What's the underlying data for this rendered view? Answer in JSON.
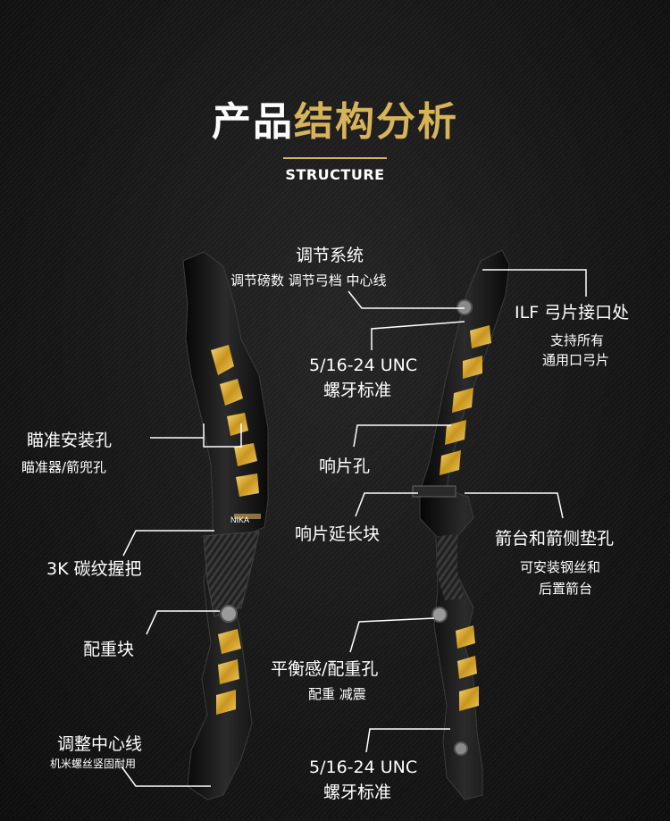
{
  "header": {
    "title_white": "产品",
    "title_gold": "结构分析",
    "subtitle": "STRUCTURE"
  },
  "labels": {
    "adjust_system": "调节系统",
    "adjust_system_sub": "调节磅数 调节弓档 中心线",
    "ilf": "ILF 弓片接口处",
    "ilf_sub1": "支持所有",
    "ilf_sub2": "通用口弓片",
    "thread_top": "5/16-24 UNC",
    "thread_top_sub": "螺牙标准",
    "sight_hole": "瞄准安装孔",
    "sight_hole_sub": "瞄准器/箭兜孔",
    "clicker_hole": "响片孔",
    "clicker_ext": "响片延长块",
    "arrow_rest": "箭台和箭侧垫孔",
    "arrow_rest_sub1": "可安装钢丝和",
    "arrow_rest_sub2": "后置箭台",
    "grip": "3K 碳纹握把",
    "weight": "配重块",
    "balance": "平衡感/配重孔",
    "balance_sub": "配重 减震",
    "center_adj": "调整中心线",
    "center_adj_sub": "机米螺丝竖固耐用",
    "thread_bottom": "5/16-24 UNC",
    "thread_bottom_sub": "螺牙标准",
    "logo_text": "NIKA"
  },
  "colors": {
    "gold": "#d9b35a",
    "riser": "#1c1c1c",
    "accent": "#d4a52c"
  }
}
